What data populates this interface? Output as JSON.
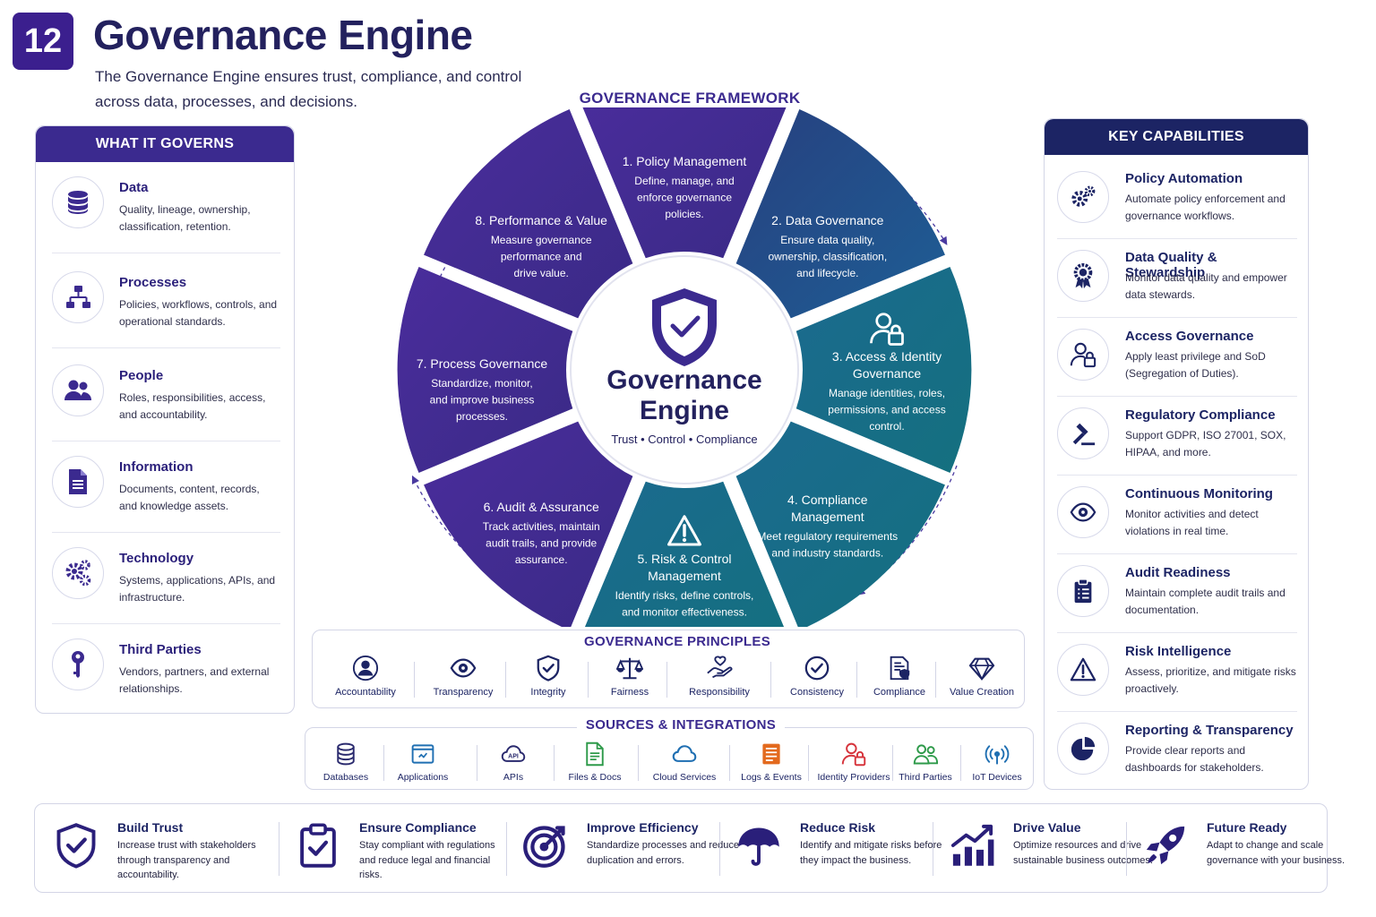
{
  "header": {
    "number": "12",
    "title": "Governance Engine",
    "subtitle": "The Governance Engine ensures trust, compliance, and control across data, processes, and decisions."
  },
  "what_it_governs": {
    "title": "WHAT IT GOVERNS",
    "items": [
      {
        "title": "Data",
        "desc": "Quality, lineage, ownership, classification, retention.",
        "icon": "database-icon"
      },
      {
        "title": "Processes",
        "desc": "Policies, workflows, controls, and operational standards.",
        "icon": "flowchart-icon"
      },
      {
        "title": "People",
        "desc": "Roles, responsibilities, access, and accountability.",
        "icon": "people-icon"
      },
      {
        "title": "Information",
        "desc": "Documents, content, records, and knowledge assets.",
        "icon": "document-icon"
      },
      {
        "title": "Technology",
        "desc": "Systems, applications, APIs, and infrastructure.",
        "icon": "gears-icon"
      },
      {
        "title": "Third Parties",
        "desc": "Vendors, partners, and external relationships.",
        "icon": "key-icon"
      }
    ]
  },
  "framework": {
    "title": "GOVERNANCE FRAMEWORK",
    "center_title_1": "Governance",
    "center_title_2": "Engine",
    "center_tagline": "Trust • Control • Compliance",
    "segments": [
      {
        "title": [
          "1. Policy Management"
        ],
        "desc": [
          "Define, manage, and",
          "enforce governance",
          "policies."
        ],
        "icon": "policy-document-icon"
      },
      {
        "title": [
          "2. Data Governance"
        ],
        "desc": [
          "Ensure data quality,",
          "ownership, classification,",
          "and lifecycle."
        ],
        "icon": "database-shield-icon"
      },
      {
        "title": [
          "3. Access & Identity",
          "Governance"
        ],
        "desc": [
          "Manage identities, roles,",
          "permissions, and access",
          "control."
        ],
        "icon": "user-lock-icon"
      },
      {
        "title": [
          "4. Compliance",
          "Management"
        ],
        "desc": [
          "Meet regulatory requirements",
          "and industry standards."
        ],
        "icon": "checklist-icon"
      },
      {
        "title": [
          "5. Risk & Control",
          "Management"
        ],
        "desc": [
          "Identify risks, define controls,",
          "and monitor effectiveness."
        ],
        "icon": "warning-icon"
      },
      {
        "title": [
          "6. Audit & Assurance"
        ],
        "desc": [
          "Track activities, maintain",
          "audit trails, and provide",
          "assurance."
        ],
        "icon": "audit-search-icon"
      },
      {
        "title": [
          "7. Process Governance"
        ],
        "desc": [
          "Standardize, monitor,",
          "and improve business",
          "processes."
        ],
        "icon": "process-flow-icon"
      },
      {
        "title": [
          "8. Performance & Value"
        ],
        "desc": [
          "Measure governance",
          "performance and",
          "drive value."
        ],
        "icon": "growth-chart-icon"
      }
    ]
  },
  "principles": {
    "title": "GOVERNANCE PRINCIPLES",
    "items": [
      {
        "label": "Accountability",
        "icon": "person-icon"
      },
      {
        "label": "Transparency",
        "icon": "eye-icon"
      },
      {
        "label": "Integrity",
        "icon": "shield-check-icon"
      },
      {
        "label": "Fairness",
        "icon": "scales-icon"
      },
      {
        "label": "Responsibility",
        "icon": "hand-heart-icon"
      },
      {
        "label": "Consistency",
        "icon": "check-circle-icon"
      },
      {
        "label": "Compliance",
        "icon": "compliance-doc-icon"
      },
      {
        "label": "Value Creation",
        "icon": "diamond-icon"
      }
    ]
  },
  "sources": {
    "title": "SOURCES & INTEGRATIONS",
    "items": [
      {
        "label": "Databases",
        "icon": "database-icon",
        "color": "#2a2a6e"
      },
      {
        "label": "Applications",
        "icon": "application-icon",
        "color": "#1f6fb2"
      },
      {
        "label": "APIs",
        "icon": "api-cloud-icon",
        "color": "#2a2a6e"
      },
      {
        "label": "Files & Docs",
        "icon": "file-icon",
        "color": "#2e9a4a"
      },
      {
        "label": "Cloud Services",
        "icon": "cloud-icon",
        "color": "#1f6fb2"
      },
      {
        "label": "Logs & Events",
        "icon": "log-icon",
        "color": "#e36a1e"
      },
      {
        "label": "Identity Providers",
        "icon": "user-lock-icon",
        "color": "#d6333b"
      },
      {
        "label": "Third Parties",
        "icon": "people-icon",
        "color": "#2e9a4a"
      },
      {
        "label": "IoT Devices",
        "icon": "iot-signal-icon",
        "color": "#1f6fb2"
      }
    ]
  },
  "capabilities": {
    "title": "KEY CAPABILITIES",
    "items": [
      {
        "title": "Policy Automation",
        "desc": "Automate policy enforcement and governance workflows.",
        "icon": "gears-icon"
      },
      {
        "title": "Data Quality & Stewardship",
        "desc": "Monitor data quality and empower data stewards.",
        "icon": "award-badge-icon"
      },
      {
        "title": "Access Governance",
        "desc": "Apply least privilege and SoD (Segregation of Duties).",
        "icon": "user-lock-icon"
      },
      {
        "title": "Regulatory Compliance",
        "desc": "Support GDPR, ISO 27001, SOX, HIPAA, and more.",
        "icon": "gavel-icon"
      },
      {
        "title": "Continuous Monitoring",
        "desc": "Monitor activities and detect violations in real time.",
        "icon": "eye-icon"
      },
      {
        "title": "Audit Readiness",
        "desc": "Maintain complete audit trails and documentation.",
        "icon": "clipboard-icon"
      },
      {
        "title": "Risk Intelligence",
        "desc": "Assess, prioritize, and mitigate risks proactively.",
        "icon": "warning-icon"
      },
      {
        "title": "Reporting & Transparency",
        "desc": "Provide clear reports and dashboards for stakeholders.",
        "icon": "pie-chart-icon"
      }
    ]
  },
  "benefits": {
    "items": [
      {
        "title": "Build Trust",
        "desc": "Increase trust with stakeholders through transparency and accountability.",
        "icon": "shield-check-icon"
      },
      {
        "title": "Ensure Compliance",
        "desc": "Stay compliant with regulations and reduce legal and financial risks.",
        "icon": "clipboard-check-icon"
      },
      {
        "title": "Improve Efficiency",
        "desc": "Standardize processes and reduce duplication and errors.",
        "icon": "target-icon"
      },
      {
        "title": "Reduce Risk",
        "desc": "Identify and mitigate risks before they impact the business.",
        "icon": "umbrella-icon"
      },
      {
        "title": "Drive Value",
        "desc": "Optimize resources and drive sustainable business outcomes.",
        "icon": "bar-growth-icon"
      },
      {
        "title": "Future Ready",
        "desc": "Adapt to change and scale governance with your business.",
        "icon": "rocket-icon"
      }
    ]
  },
  "colors": {
    "purple_dark": "#3b2a8f",
    "navy": "#1c2464",
    "teal": "#176e86",
    "blue": "#1f5c9a"
  }
}
